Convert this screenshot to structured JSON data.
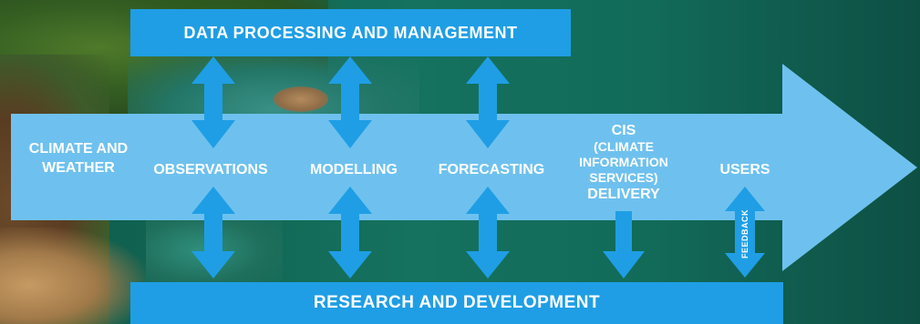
{
  "top_bar": {
    "label": "DATA PROCESSING AND MANAGEMENT"
  },
  "bottom_bar": {
    "label": "RESEARCH AND DEVELOPMENT"
  },
  "stages": {
    "climate": "CLIMATE AND WEATHER",
    "observations": "OBSERVATIONS",
    "modelling": "MODELLING",
    "forecasting": "FORECASTING",
    "cis_title": "CIS",
    "cis_sub": "(CLIMATE INFORMATION SERVICES)",
    "cis_delivery": "DELIVERY",
    "users": "USERS"
  },
  "feedback": "FEEDBACK",
  "colors": {
    "main_arrow": "#6ec1ee",
    "bars": "#1f9ee5",
    "connectors": "#1f9ee5",
    "text": "#ffffff"
  }
}
